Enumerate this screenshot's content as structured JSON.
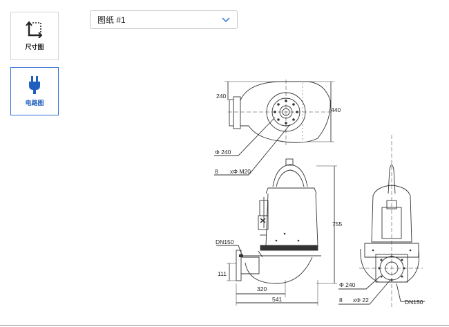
{
  "sidebar": {
    "items": [
      {
        "label": "尺寸图",
        "icon": "dimension-icon",
        "active": false
      },
      {
        "label": "电路图",
        "icon": "plug-icon",
        "active": true,
        "color": "#1e5fbf"
      }
    ]
  },
  "drawing_select": {
    "value": "图纸 #1",
    "chevron_color": "#2b6fd6"
  },
  "dimensions": {
    "d240_top": "240",
    "d440": "440",
    "phi240_left": "Φ 240",
    "bolts_left": "8",
    "bolts_left_spec": "xΦ M20",
    "dn150_left": "DN150",
    "d755": "755",
    "d111": "111",
    "d320": "320",
    "d541": "541",
    "phi240_right": "Φ 240",
    "bolts_right": "8",
    "bolts_right_spec": "xΦ 22",
    "dn150_right": "DN150"
  }
}
